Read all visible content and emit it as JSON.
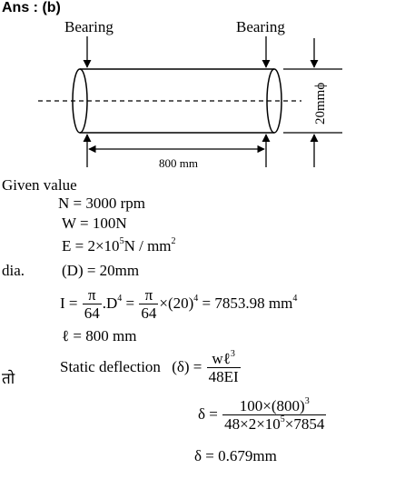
{
  "heading": "Ans : (b)",
  "diagram": {
    "left_support_label": "Bearing",
    "right_support_label": "Bearing",
    "length_label": "800 mm",
    "diameter_label": "20mmϕ"
  },
  "given": {
    "heading": "Given value",
    "speed": "N = 3000 rpm",
    "load": "W = 100N",
    "modulus_prefix": "E = 2×10",
    "modulus_exp": "5",
    "modulus_suffix": "N / mm",
    "modulus_unit_exp": "2"
  },
  "dia_label": "dia.",
  "diameter_eq": "(D) = 20mm",
  "inertia": {
    "lhs": "I =",
    "pi": "π",
    "den": "64",
    "d_term": ".D",
    "d_exp": "4",
    "eq2": "=",
    "times20": "×(20)",
    "exp20": "4",
    "result": "= 7853.98 mm",
    "result_exp": "4"
  },
  "length_eq": "ℓ = 800 mm",
  "then_label": "तो",
  "deflection": {
    "label": "Static deflection",
    "delta_lhs": "(δ) =",
    "formula_num": "wℓ",
    "formula_num_exp": "3",
    "formula_den": "48EI",
    "sub_lhs": "δ =",
    "sub_num": "100×(800)",
    "sub_num_exp": "3",
    "sub_den_a": "48×2×10",
    "sub_den_exp": "5",
    "sub_den_b": "×7854",
    "result": "δ = 0.679mm"
  }
}
